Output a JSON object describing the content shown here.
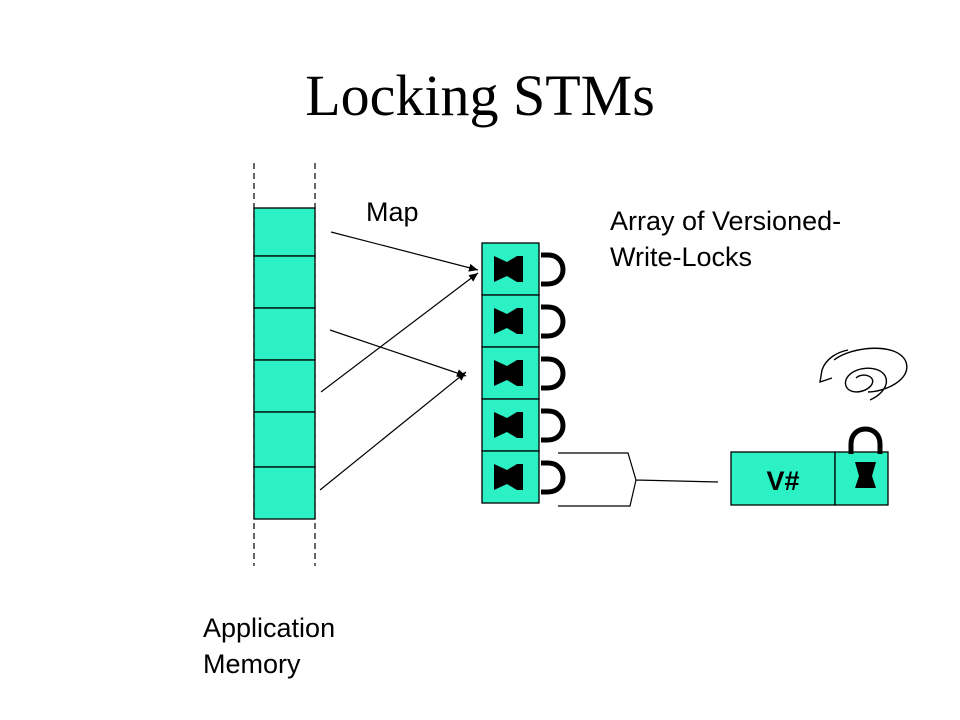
{
  "title": "Locking STMs",
  "labels": {
    "map": "Map",
    "array_line1": "Array of Versioned-",
    "array_line2": "Write-Locks",
    "app_line1": "Application",
    "app_line2": "Memory",
    "version": "V#"
  },
  "colors": {
    "cell_fill": "#2cf1c4",
    "stroke": "#000000"
  },
  "diagram": {
    "memory_cells": 6,
    "lock_slots": 5,
    "icons": [
      "padlock-icon",
      "keyhole-icon",
      "spiral-icon"
    ]
  }
}
